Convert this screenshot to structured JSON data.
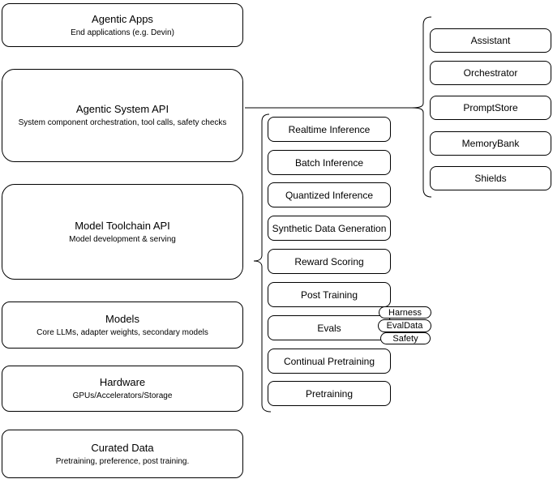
{
  "colors": {
    "background": "#ffffff",
    "border": "#000000",
    "text": "#000000"
  },
  "diagram": {
    "stack": [
      {
        "title": "Agentic Apps",
        "subtitle": "End applications (e.g. Devin)"
      },
      {
        "title": "Agentic System API",
        "subtitle": "System component orchestration, tool calls, safety checks"
      },
      {
        "title": "Model Toolchain API",
        "subtitle": "Model development & serving"
      },
      {
        "title": "Models",
        "subtitle": "Core LLMs, adapter weights, secondary models"
      },
      {
        "title": "Hardware",
        "subtitle": "GPUs/Accelerators/Storage"
      },
      {
        "title": "Curated Data",
        "subtitle": "Pretraining, preference, post training."
      }
    ],
    "toolchain_items": [
      "Realtime Inference",
      "Batch Inference",
      "Quantized Inference",
      "Synthetic Data Generation",
      "Reward Scoring",
      "Post Training",
      "Evals",
      "Continual Pretraining",
      "Pretraining"
    ],
    "eval_tags": [
      "Harness",
      "EvalData",
      "Safety"
    ],
    "system_components": [
      "Assistant",
      "Orchestrator",
      "PromptStore",
      "MemoryBank",
      "Shields"
    ]
  }
}
